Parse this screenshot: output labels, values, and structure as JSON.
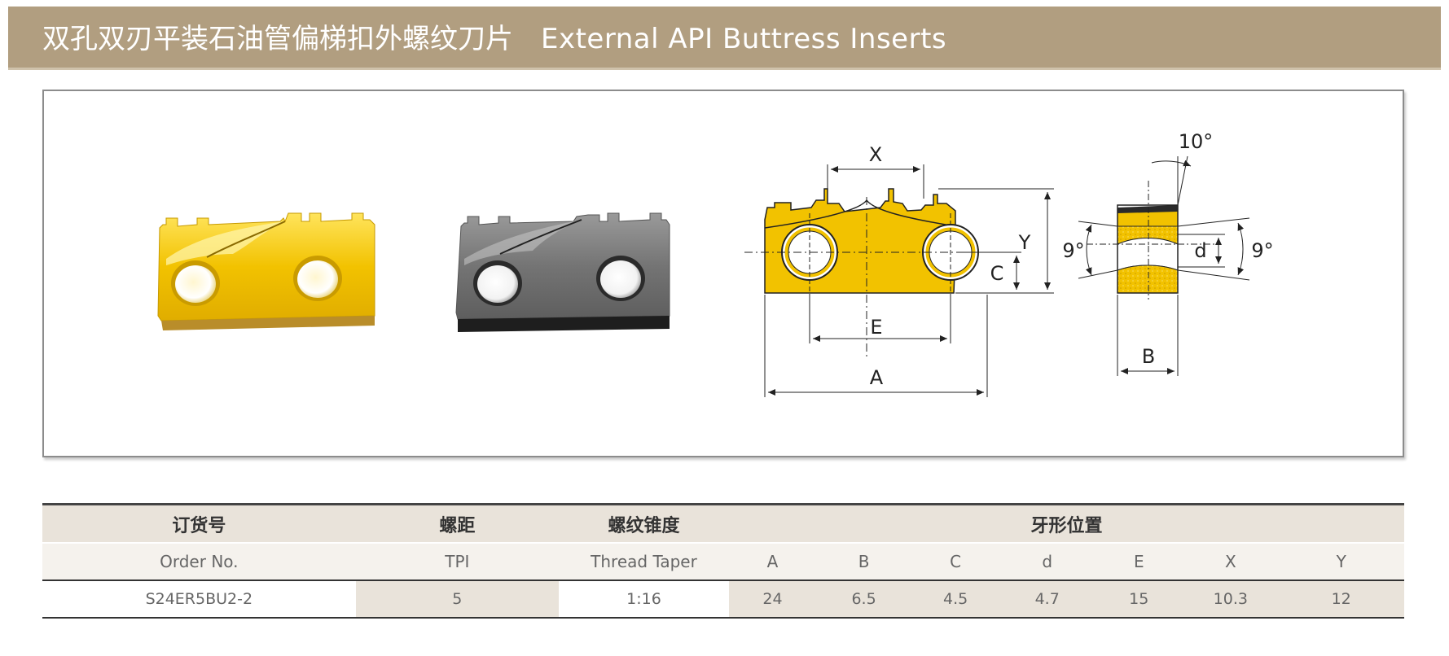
{
  "header": {
    "title_cn": "双孔双刃平装石油管偏梯扣外螺纹刀片",
    "title_en": "External  API  Buttress  Inserts"
  },
  "drawing": {
    "labels": {
      "x": "X",
      "y": "Y",
      "c": "C",
      "e": "E",
      "a": "A",
      "b": "B",
      "d": "d",
      "angle_top": "10°",
      "angle_left": "9°",
      "angle_right": "9°"
    }
  },
  "table": {
    "headers_cn": {
      "order": "订货号",
      "tpi": "螺距",
      "taper": "螺纹锥度",
      "profile": "牙形位置"
    },
    "headers_en": {
      "order": "Order No.",
      "tpi": "TPI",
      "taper": "Thread Taper",
      "a": "A",
      "b": "B",
      "c": "C",
      "d": "d",
      "e": "E",
      "x": "X",
      "y": "Y"
    },
    "rows": [
      {
        "order": "S24ER5BU2-2",
        "tpi": "5",
        "taper": "1:16",
        "a": "24",
        "b": "6.5",
        "c": "4.5",
        "d": "4.7",
        "e": "15",
        "x": "10.3",
        "y": "12"
      }
    ]
  },
  "colors": {
    "header_band": "#b19e80",
    "insert_gold": "#f2c200",
    "insert_gray": "#6e6e6e",
    "table_shade": "#e9e3da"
  }
}
